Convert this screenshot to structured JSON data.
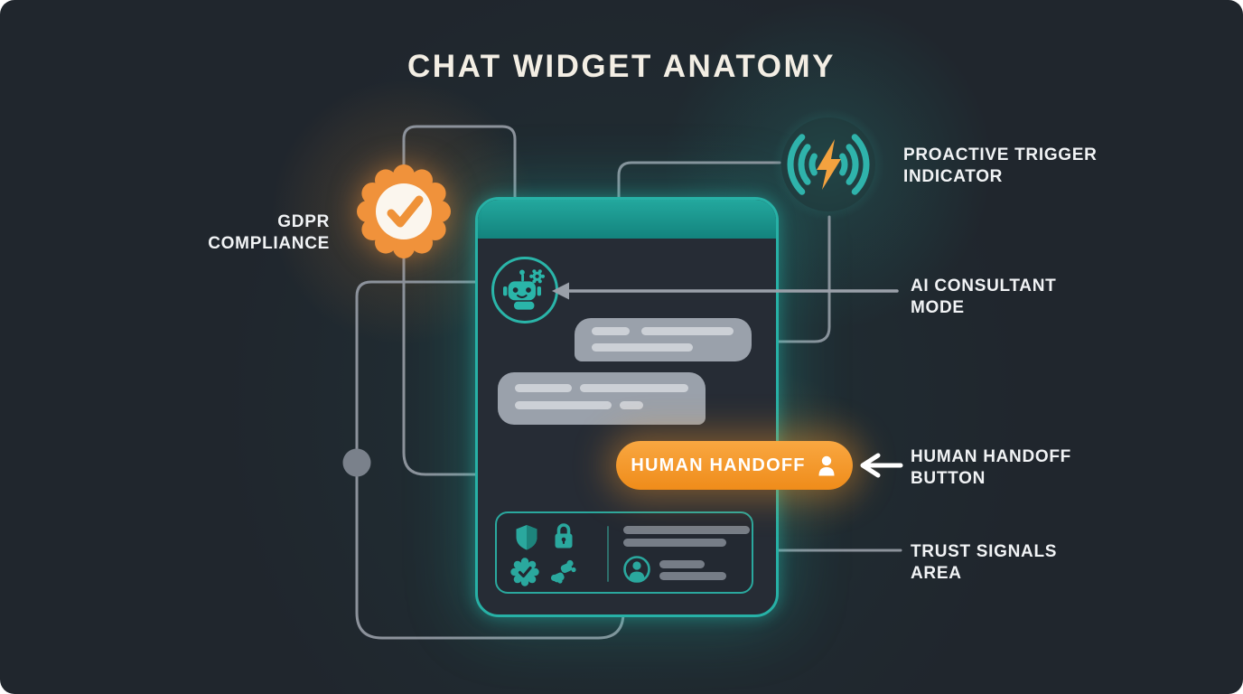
{
  "title": "CHAT WIDGET ANATOMY",
  "annotations": {
    "gdpr": "GDPR\nCOMPLIANCE",
    "proactive_trigger": "PROACTIVE TRIGGER\nINDICATOR",
    "ai_consultant": "AI CONSULTANT\nMODE",
    "human_handoff": "HUMAN HANDOFF\nBUTTON",
    "trust_signals": "TRUST SIGNALS\nAREA"
  },
  "widget": {
    "handoff_button_label": "HUMAN HANDOFF"
  },
  "icons": {
    "gdpr-check-badge-icon": "orange rosette badge with checkmark",
    "proactive-trigger-icon": "radio waves with lightning bolt",
    "robot-icon": "chatbot robot head with gear",
    "handoff-person-icon": "person silhouette",
    "shield-icon": "security shield",
    "lock-icon": "padlock",
    "verified-check-icon": "verified check badge",
    "handshake-icon": "handshake",
    "agent-avatar-icon": "person inside circle",
    "left-arrow-icon": "white arrow pointing left",
    "ai-mode-arrow-icon": "gray arrow pointing at robot"
  },
  "colors": {
    "background": "#20262d",
    "accent_teal": "#27b1a6",
    "accent_orange": "#f0923b",
    "connector_gray": "#8c929b",
    "bubble_gray": "#9aa1ab",
    "label_text": "#f1f3f5",
    "header_teal": "#1b9c95"
  }
}
